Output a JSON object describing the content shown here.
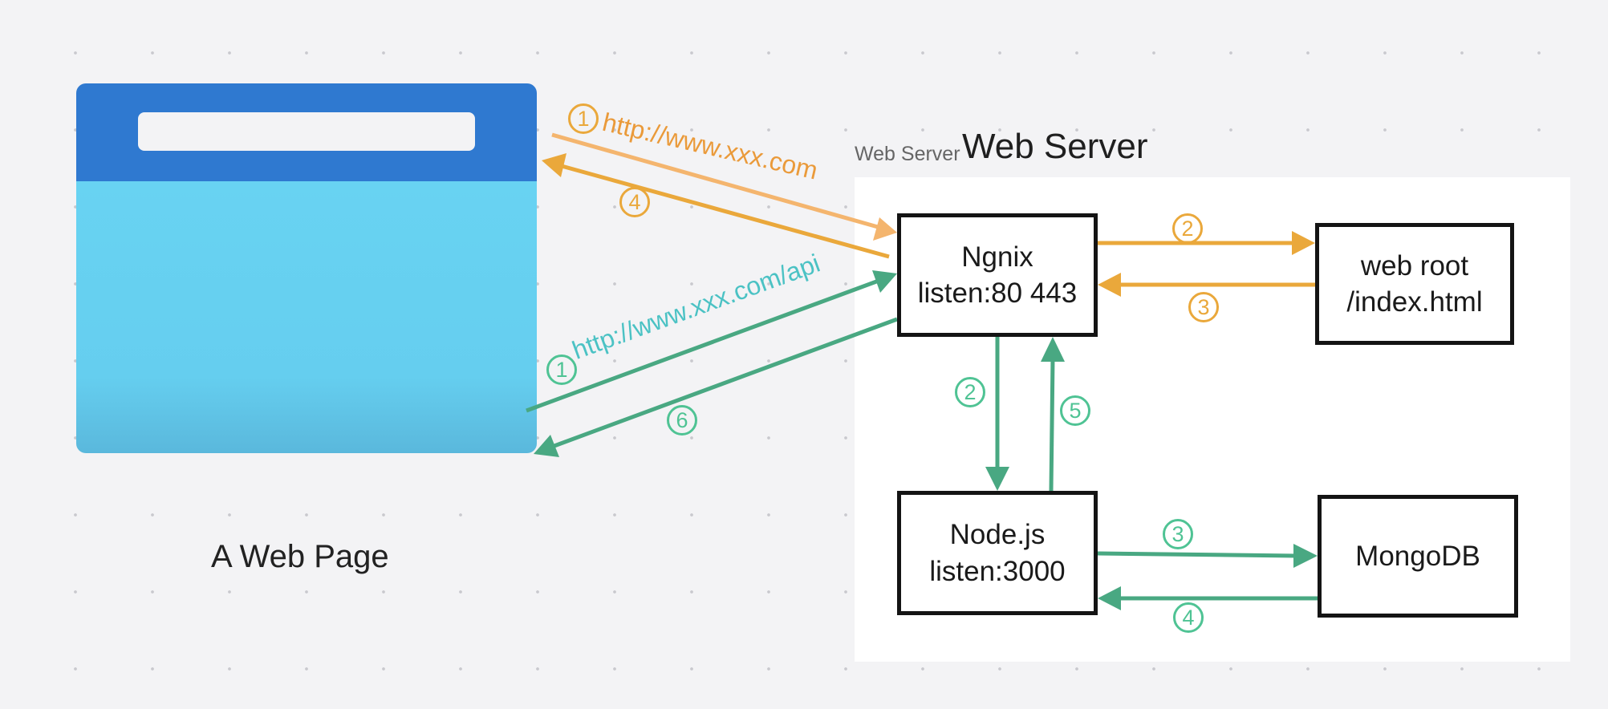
{
  "browser": {
    "caption": "A Web Page"
  },
  "server": {
    "small_label": "Web Server",
    "title": "Web Server"
  },
  "nodes": {
    "nginx": {
      "line1": "Ngnix",
      "line2": "listen:80 443"
    },
    "webroot": {
      "line1": "web root",
      "line2": "/index.html"
    },
    "nodejs": {
      "line1": "Node.js",
      "line2": "listen:3000"
    },
    "mongodb": {
      "line1": "MongoDB"
    }
  },
  "edges": {
    "page_request": {
      "step": "1",
      "label": "http://www.xxx.com"
    },
    "page_response": {
      "step": "4"
    },
    "nginx_to_webroot": {
      "step": "2"
    },
    "webroot_to_nginx": {
      "step": "3"
    },
    "api_request": {
      "step": "1",
      "label": "http://www.xxx.com/api"
    },
    "api_response": {
      "step": "6"
    },
    "nginx_to_node": {
      "step": "2"
    },
    "node_to_nginx": {
      "step": "5"
    },
    "node_to_mongo": {
      "step": "3"
    },
    "mongo_to_node": {
      "step": "4"
    }
  },
  "colors": {
    "page_flow": "#eaa83b",
    "page_flow_light": "#f4b56e",
    "api_flow": "#49a882",
    "browser_header": "#2f79d0",
    "browser_body": "#68d3f2"
  }
}
